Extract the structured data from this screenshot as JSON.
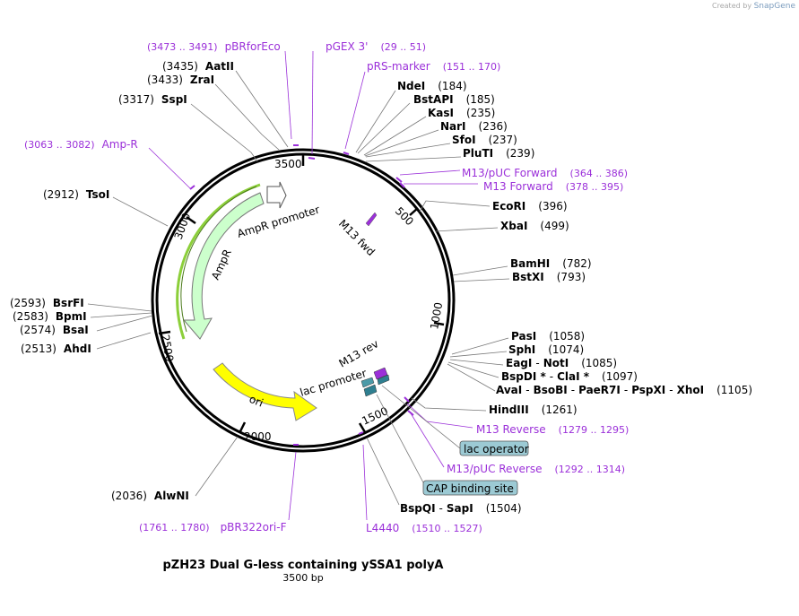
{
  "credit": {
    "prefix": "Created by",
    "brand": "SnapGene"
  },
  "plasmid": {
    "name": "pZH23 Dual G-less containing ySSA1 polyA",
    "size": "3500 bp"
  },
  "ticks": [
    "3500",
    "500",
    "1000",
    "1500",
    "2000",
    "2500",
    "3000"
  ],
  "sites": [
    {
      "name": "AatII",
      "pos": "(3435)"
    },
    {
      "name": "ZraI",
      "pos": "(3433)"
    },
    {
      "name": "SspI",
      "pos": "(3317)"
    },
    {
      "name": "NdeI",
      "pos": "(184)"
    },
    {
      "name": "BstAPI",
      "pos": "(185)"
    },
    {
      "name": "KasI",
      "pos": "(235)"
    },
    {
      "name": "NarI",
      "pos": "(236)"
    },
    {
      "name": "SfoI",
      "pos": "(237)"
    },
    {
      "name": "PluTI",
      "pos": "(239)"
    },
    {
      "name": "EcoRI",
      "pos": "(396)"
    },
    {
      "name": "XbaI",
      "pos": "(499)"
    },
    {
      "name": "BamHI",
      "pos": "(782)"
    },
    {
      "name": "BstXI",
      "pos": "(793)"
    },
    {
      "name": "PasI",
      "pos": "(1058)"
    },
    {
      "name": "SphI",
      "pos": "(1074)"
    },
    {
      "name": "EagI",
      "pos": ""
    },
    {
      "name": "NotI",
      "pos": "(1085)"
    },
    {
      "name": "BspDI *",
      "pos": ""
    },
    {
      "name": "ClaI *",
      "pos": "(1097)"
    },
    {
      "name": "AvaI",
      "pos": ""
    },
    {
      "name": "BsoBI",
      "pos": ""
    },
    {
      "name": "PaeR7I",
      "pos": ""
    },
    {
      "name": "PspXI",
      "pos": ""
    },
    {
      "name": "XhoI",
      "pos": "(1105)"
    },
    {
      "name": "HindIII",
      "pos": "(1261)"
    },
    {
      "name": "BspQI",
      "pos": ""
    },
    {
      "name": "SapI",
      "pos": "(1504)"
    },
    {
      "name": "AlwNI",
      "pos": "(2036)"
    },
    {
      "name": "AhdI",
      "pos": "(2513)"
    },
    {
      "name": "BsaI",
      "pos": "(2574)"
    },
    {
      "name": "BpmI",
      "pos": "(2583)"
    },
    {
      "name": "BsrFI",
      "pos": "(2593)"
    },
    {
      "name": "TsoI",
      "pos": "(2912)"
    }
  ],
  "primers": [
    {
      "name": "pBRforEco",
      "range": "(3473 .. 3491)"
    },
    {
      "name": "pGEX 3'",
      "range": "(29 .. 51)"
    },
    {
      "name": "pRS-marker",
      "range": "(151 .. 170)"
    },
    {
      "name": "M13/pUC Forward",
      "range": "(364 .. 386)"
    },
    {
      "name": "M13 Forward",
      "range": "(378 .. 395)"
    },
    {
      "name": "M13 Reverse",
      "range": "(1279 .. 1295)"
    },
    {
      "name": "M13/pUC Reverse",
      "range": "(1292 .. 1314)"
    },
    {
      "name": "L4440",
      "range": "(1510 .. 1527)"
    },
    {
      "name": "pBR322ori-F",
      "range": "(1761 .. 1780)"
    },
    {
      "name": "Amp-R",
      "range": "(3063 .. 3082)"
    }
  ],
  "features": {
    "ampr_promoter": "AmpR promoter",
    "ampr": "AmpR",
    "ori": "ori",
    "m13_fwd": "M13 fwd",
    "m13_rev": "M13 rev",
    "lac_promoter": "lac promoter",
    "lac_operator": "lac operator",
    "cap_site": "CAP binding site"
  },
  "colors": {
    "primer": "#9b30d9",
    "ampr": "#ccffcc",
    "ori": "#ffff00",
    "box": "#9ccad4",
    "ring": "#000000"
  }
}
